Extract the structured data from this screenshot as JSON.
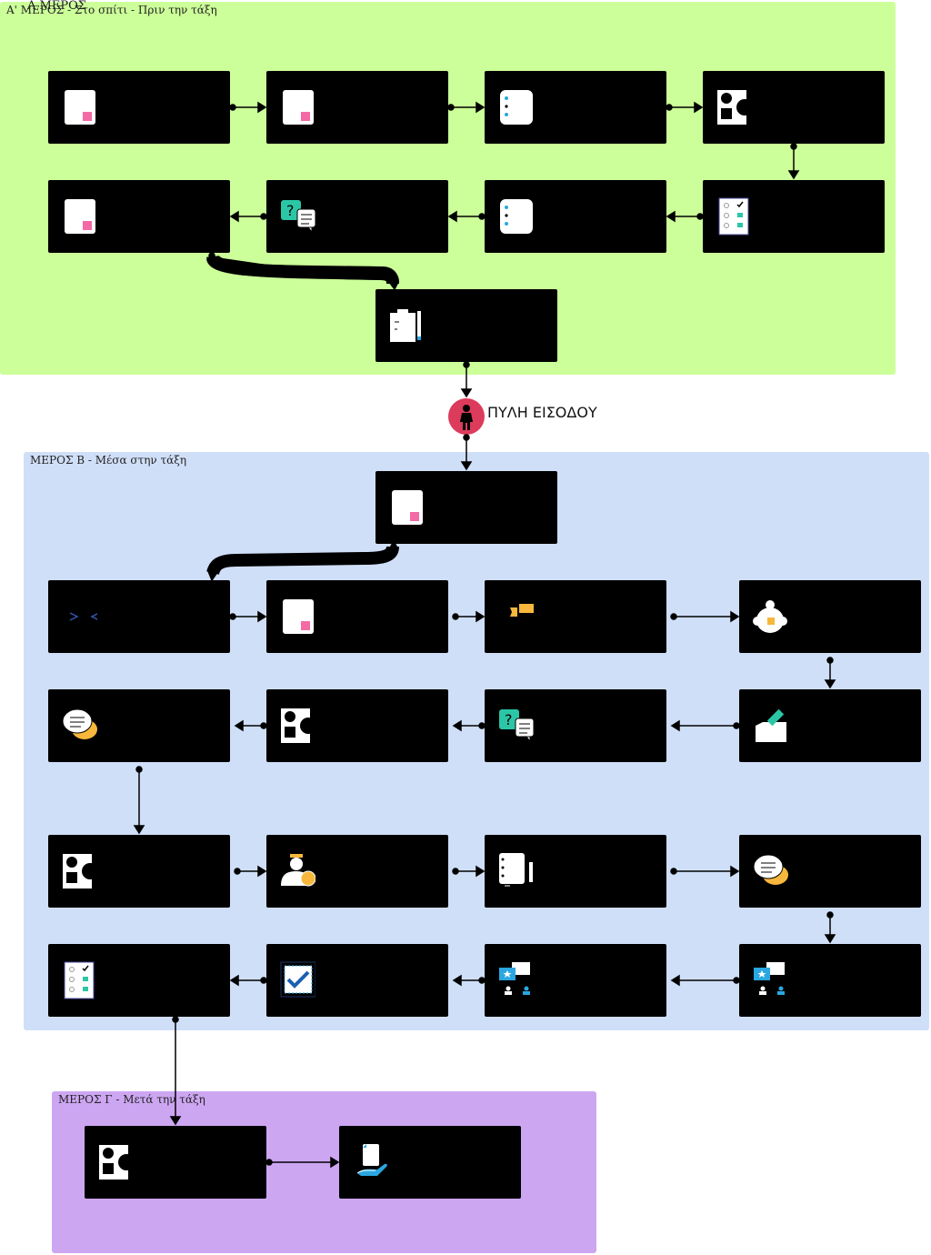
{
  "sections": {
    "a": {
      "title": "Α' ΜΕΡΟΣ - Στο σπίτι - Πριν την τάξη",
      "overlay": "Α ΜΕΡΟΣ",
      "color": "#ccff99"
    },
    "b": {
      "title": "ΜΕΡΟΣ Β - Μέσα στην τάξη",
      "color": "#d0dff8"
    },
    "c": {
      "title": "ΜΕΡΟΣ Γ - Μετά την τάξη",
      "color": "#cda6f2"
    }
  },
  "gate": {
    "label": "ΠΥΛΗ ΕΙΣΟΔΟΥ",
    "color": "#dc3b5b"
  },
  "colors": {
    "card": "#000000",
    "accent_pink": "#f46aa5",
    "accent_teal": "#2bc6a6",
    "accent_blue": "#2aa7e0",
    "accent_orange": "#f6b73c"
  },
  "cards": [
    {
      "id": "a1",
      "icon": "document-pink-icon"
    },
    {
      "id": "a2",
      "icon": "document-pink-icon"
    },
    {
      "id": "a3",
      "icon": "list-dots-icon"
    },
    {
      "id": "a4",
      "icon": "shapes-icon"
    },
    {
      "id": "a5",
      "icon": "checklist-icon"
    },
    {
      "id": "a6",
      "icon": "list-dots-icon"
    },
    {
      "id": "a7",
      "icon": "question-chat-icon"
    },
    {
      "id": "a8",
      "icon": "document-pink-icon"
    },
    {
      "id": "a9",
      "icon": "clipboard-pencil-icon"
    },
    {
      "id": "b1",
      "icon": "document-pink-icon"
    },
    {
      "id": "b2",
      "icon": "code-brackets-icon"
    },
    {
      "id": "b3",
      "icon": "document-pink-icon"
    },
    {
      "id": "b4",
      "icon": "ticket-icon"
    },
    {
      "id": "b5",
      "icon": "group-icon"
    },
    {
      "id": "b6",
      "icon": "ballot-box-icon"
    },
    {
      "id": "b7",
      "icon": "question-chat-icon"
    },
    {
      "id": "b8",
      "icon": "shapes-icon"
    },
    {
      "id": "b9",
      "icon": "speech-bubbles-icon"
    },
    {
      "id": "b10",
      "icon": "shapes-icon"
    },
    {
      "id": "b11",
      "icon": "teacher-icon"
    },
    {
      "id": "b12",
      "icon": "notebook-icon"
    },
    {
      "id": "b13",
      "icon": "speech-bubbles-icon"
    },
    {
      "id": "b14",
      "icon": "star-feedback-icon"
    },
    {
      "id": "b15",
      "icon": "star-feedback-icon"
    },
    {
      "id": "b16",
      "icon": "certificate-check-icon"
    },
    {
      "id": "b17",
      "icon": "checklist-icon"
    },
    {
      "id": "c1",
      "icon": "shapes-icon"
    },
    {
      "id": "c2",
      "icon": "hand-document-icon"
    }
  ]
}
